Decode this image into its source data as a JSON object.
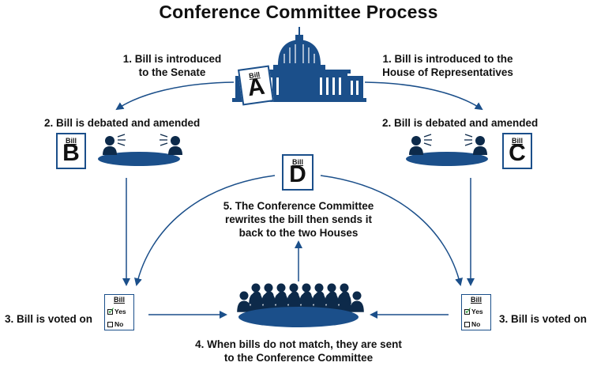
{
  "title": "Conference Committee Process",
  "steps": {
    "senate_intro": [
      "1.  Bill is introduced",
      "to  the Senate"
    ],
    "house_intro": [
      "1.  Bill is introduced to the",
      "House of Representatives"
    ],
    "debate_left": "2. Bill is debated and amended",
    "debate_right": "2. Bill is debated and amended",
    "vote_left": "3. Bill is voted on",
    "vote_right": "3. Bill is voted on",
    "conference": [
      "4. When bills do not match, they are sent",
      "to the Conference Committee"
    ],
    "rewrite": [
      "5. The Conference Committee",
      "rewrites the bill then sends it",
      "back to the two Houses"
    ]
  },
  "bills": {
    "a": {
      "heading": "Bill",
      "letter": "A"
    },
    "b": {
      "heading": "Bill",
      "letter": "B"
    },
    "c": {
      "heading": "Bill",
      "letter": "C"
    },
    "d": {
      "heading": "Bill",
      "letter": "D"
    }
  },
  "ballots": {
    "left": {
      "heading": "Bill",
      "yes": "Yes",
      "no": "No"
    },
    "right": {
      "heading": "Bill",
      "yes": "Yes",
      "no": "No"
    }
  },
  "icons": {
    "capitol": "capitol-building-icon",
    "person": "person-icon",
    "speech": "speech-lines-icon",
    "table": "table-icon",
    "check": "checkmark-icon"
  },
  "colors": {
    "accent": "#1b4f8a",
    "table": "#1b4f8a",
    "person": "#0d2a4a",
    "check": "#2e9b3c",
    "text": "#111111"
  }
}
